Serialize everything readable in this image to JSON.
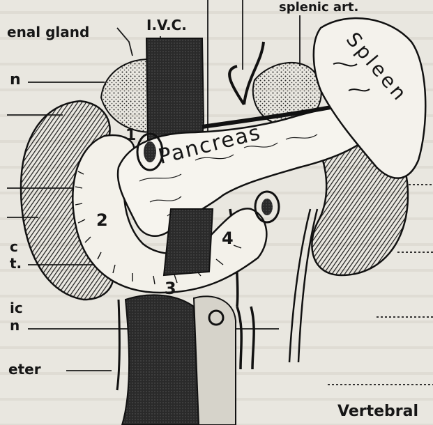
{
  "labels": {
    "top_right": "splenic art.",
    "adrenal": "enal gland",
    "ivc": "I.V.C.",
    "left_n1": "n",
    "left_c": "c",
    "left_t": "t.",
    "left_ic": "ic",
    "left_n2": "n",
    "ureter": "eter",
    "vertebral": "Vertebral"
  },
  "organs": {
    "pancreas": "Pancreas",
    "spleen": "Spleen"
  },
  "duodenum_parts": [
    "1",
    "2",
    "3",
    "4"
  ]
}
